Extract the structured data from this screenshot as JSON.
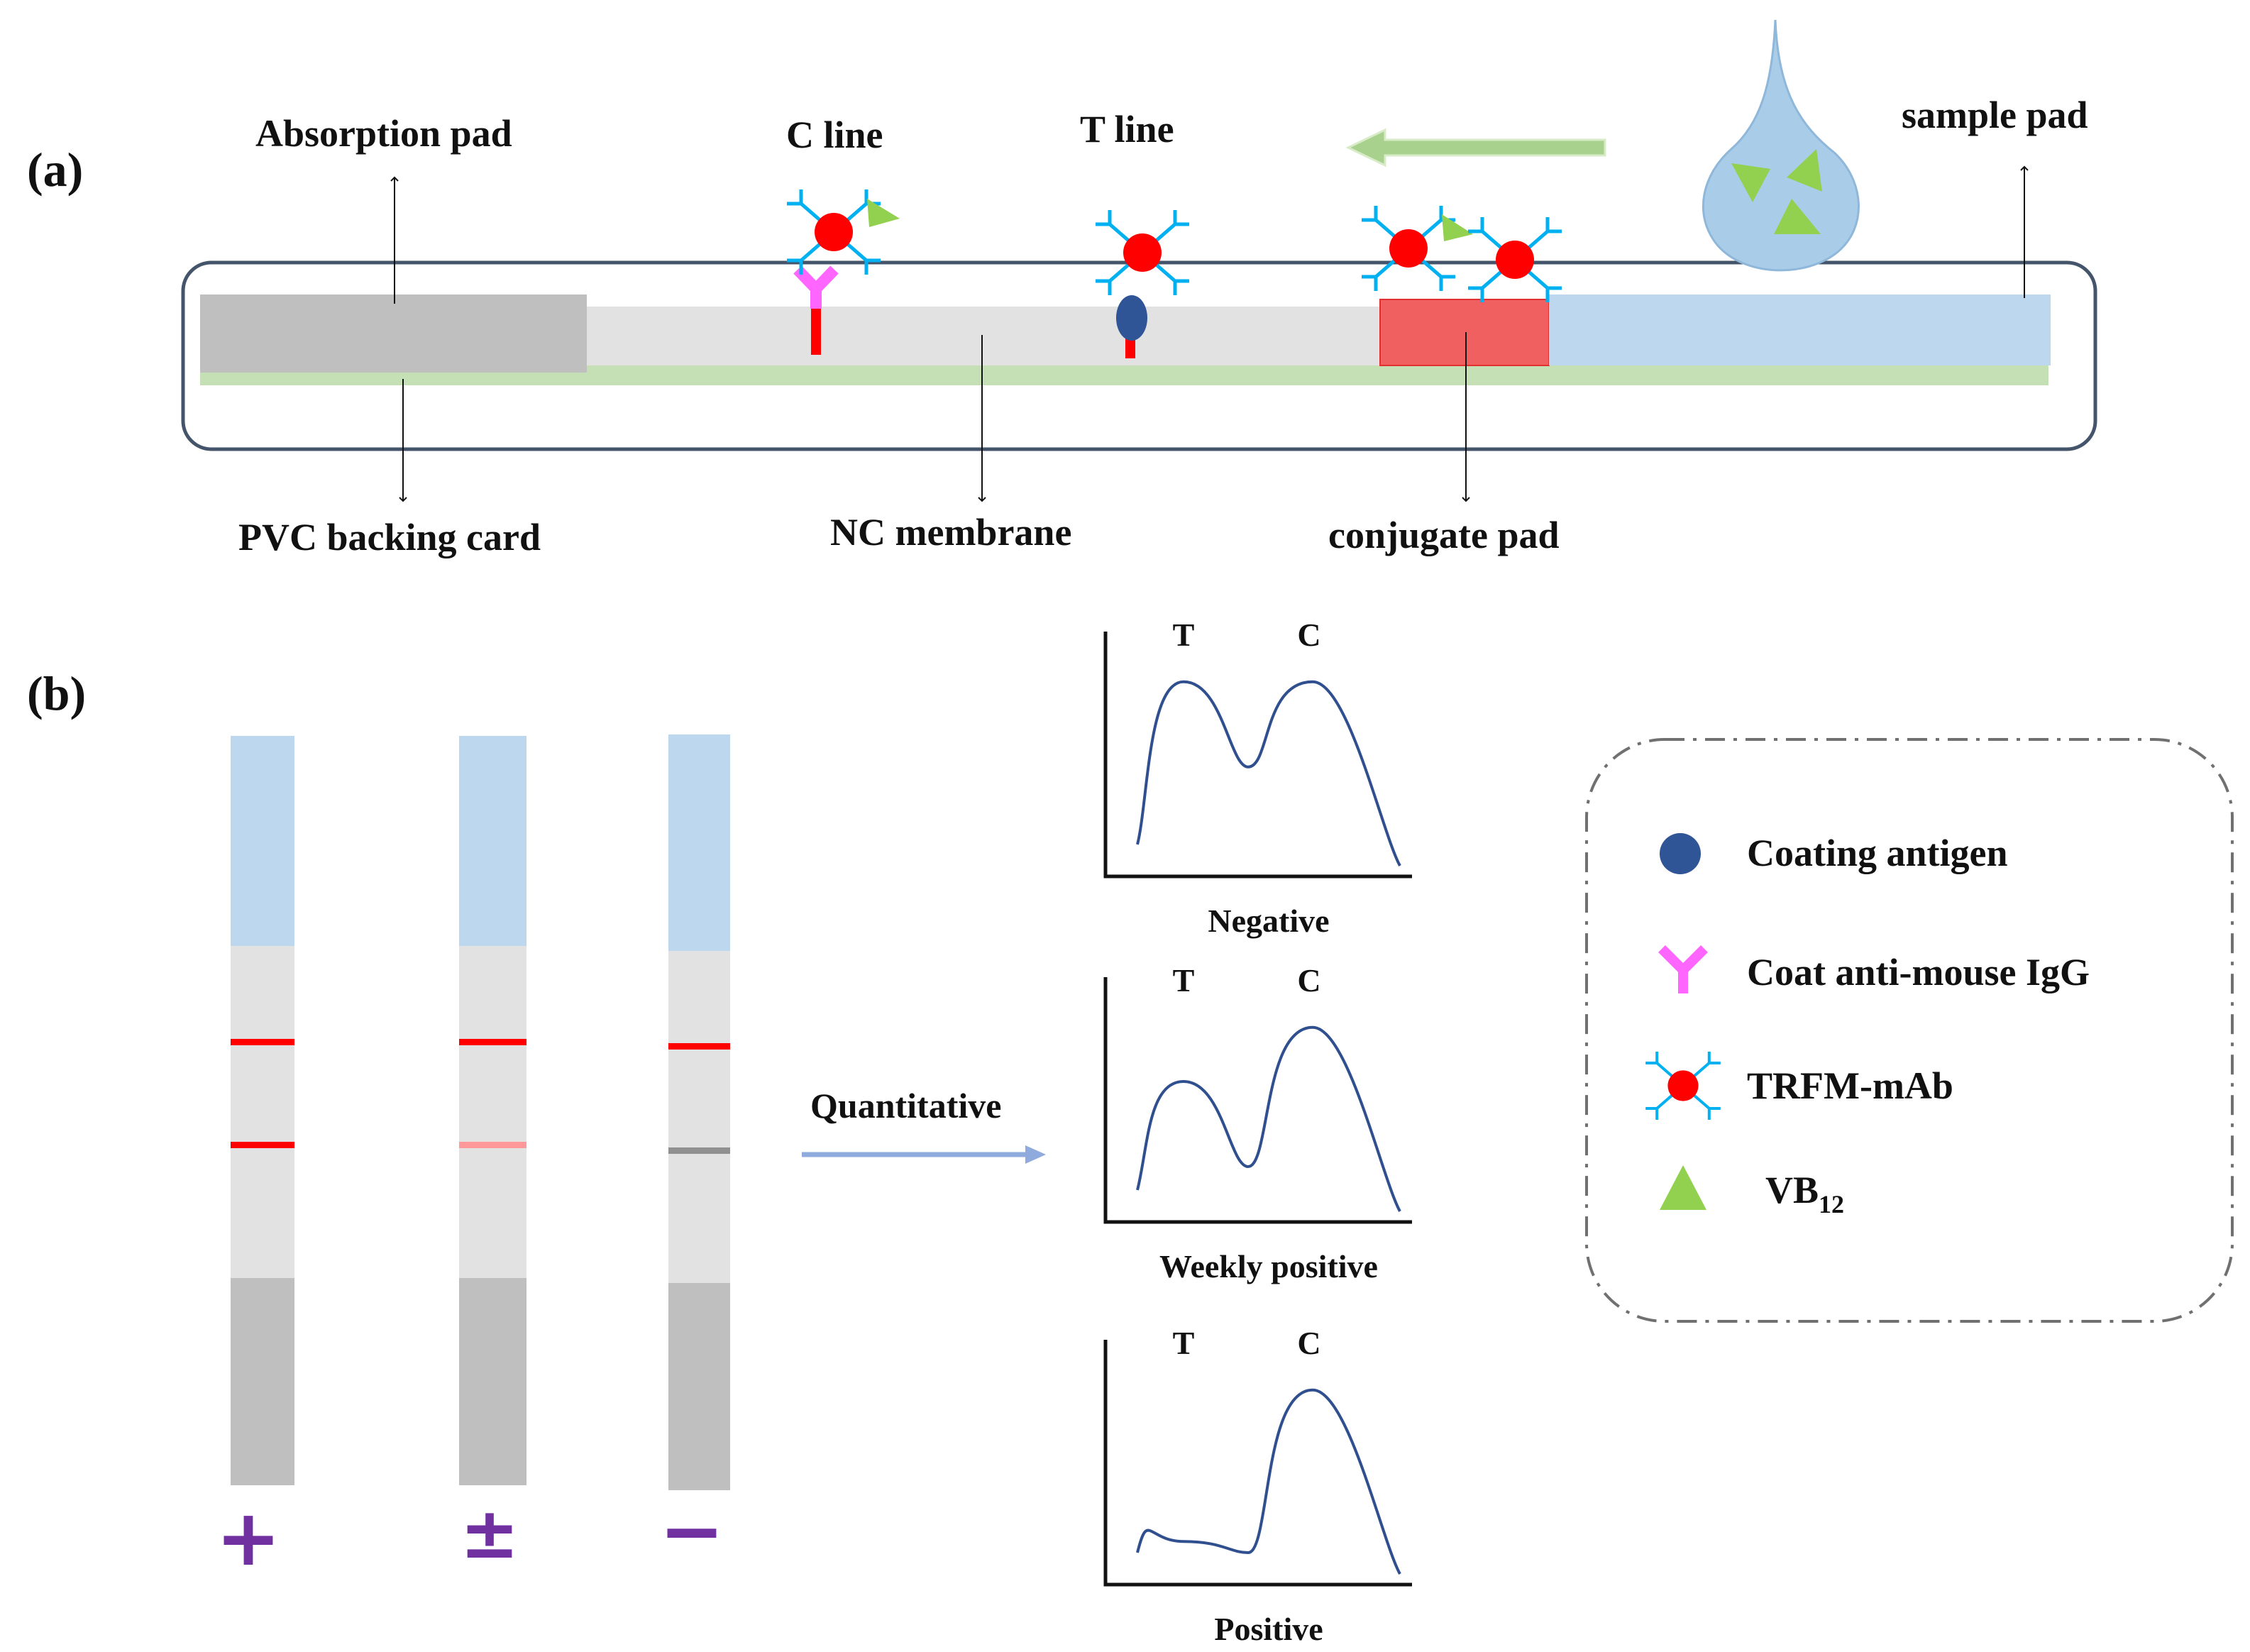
{
  "panel_a": {
    "tag": "(a)",
    "labels": {
      "absorption_pad": "Absorption  pad",
      "c_line": "C line",
      "t_line": "T line",
      "sample_pad": "sample pad",
      "pvc_backing_card": "PVC backing card",
      "nc_membrane": "NC  membrane",
      "conjugate_pad": "conjugate pad"
    }
  },
  "panel_b": {
    "tag": "(b)",
    "quantitative_label": "Quantitative",
    "strip_symbols": [
      "+",
      "±",
      "−"
    ],
    "peak_labels": {
      "t": "T",
      "c": "C"
    },
    "results": [
      {
        "caption": "Negative",
        "t_level": 0.85,
        "c_level": 0.85
      },
      {
        "caption": "Weekly positive",
        "t_level": 0.6,
        "c_level": 0.85
      },
      {
        "caption": "Positive",
        "t_level": 0.15,
        "c_level": 0.85
      }
    ]
  },
  "legend": {
    "coating_antigen": "Coating antigen",
    "anti_mouse_igg": "Coat  anti-mouse IgG",
    "trfm_mab": "TRFM-mAb",
    "vb12_base": "VB",
    "vb12_sub": "12"
  },
  "colors": {
    "sample_pad": "#bdd7ee",
    "conjugate_pad": "#f06060",
    "nc_membrane": "#e2e2e2",
    "absorption_pad": "#bfbfbf",
    "backing_card": "#c5e0b4",
    "outline": "#44546a",
    "flow_arrow": "#a9d18e",
    "quant_arrow": "#8faadc",
    "test_line": "#ff0000",
    "weak_line": "#ff9999",
    "faint_line": "#909090",
    "trfm": "#ff0000",
    "antibody": "#00b0f0",
    "coating_antigen": "#2f5597",
    "igg": "#ff66ff",
    "vb12": "#92d050",
    "curve": "#2f4f8f",
    "symbol": "#7030a0"
  }
}
